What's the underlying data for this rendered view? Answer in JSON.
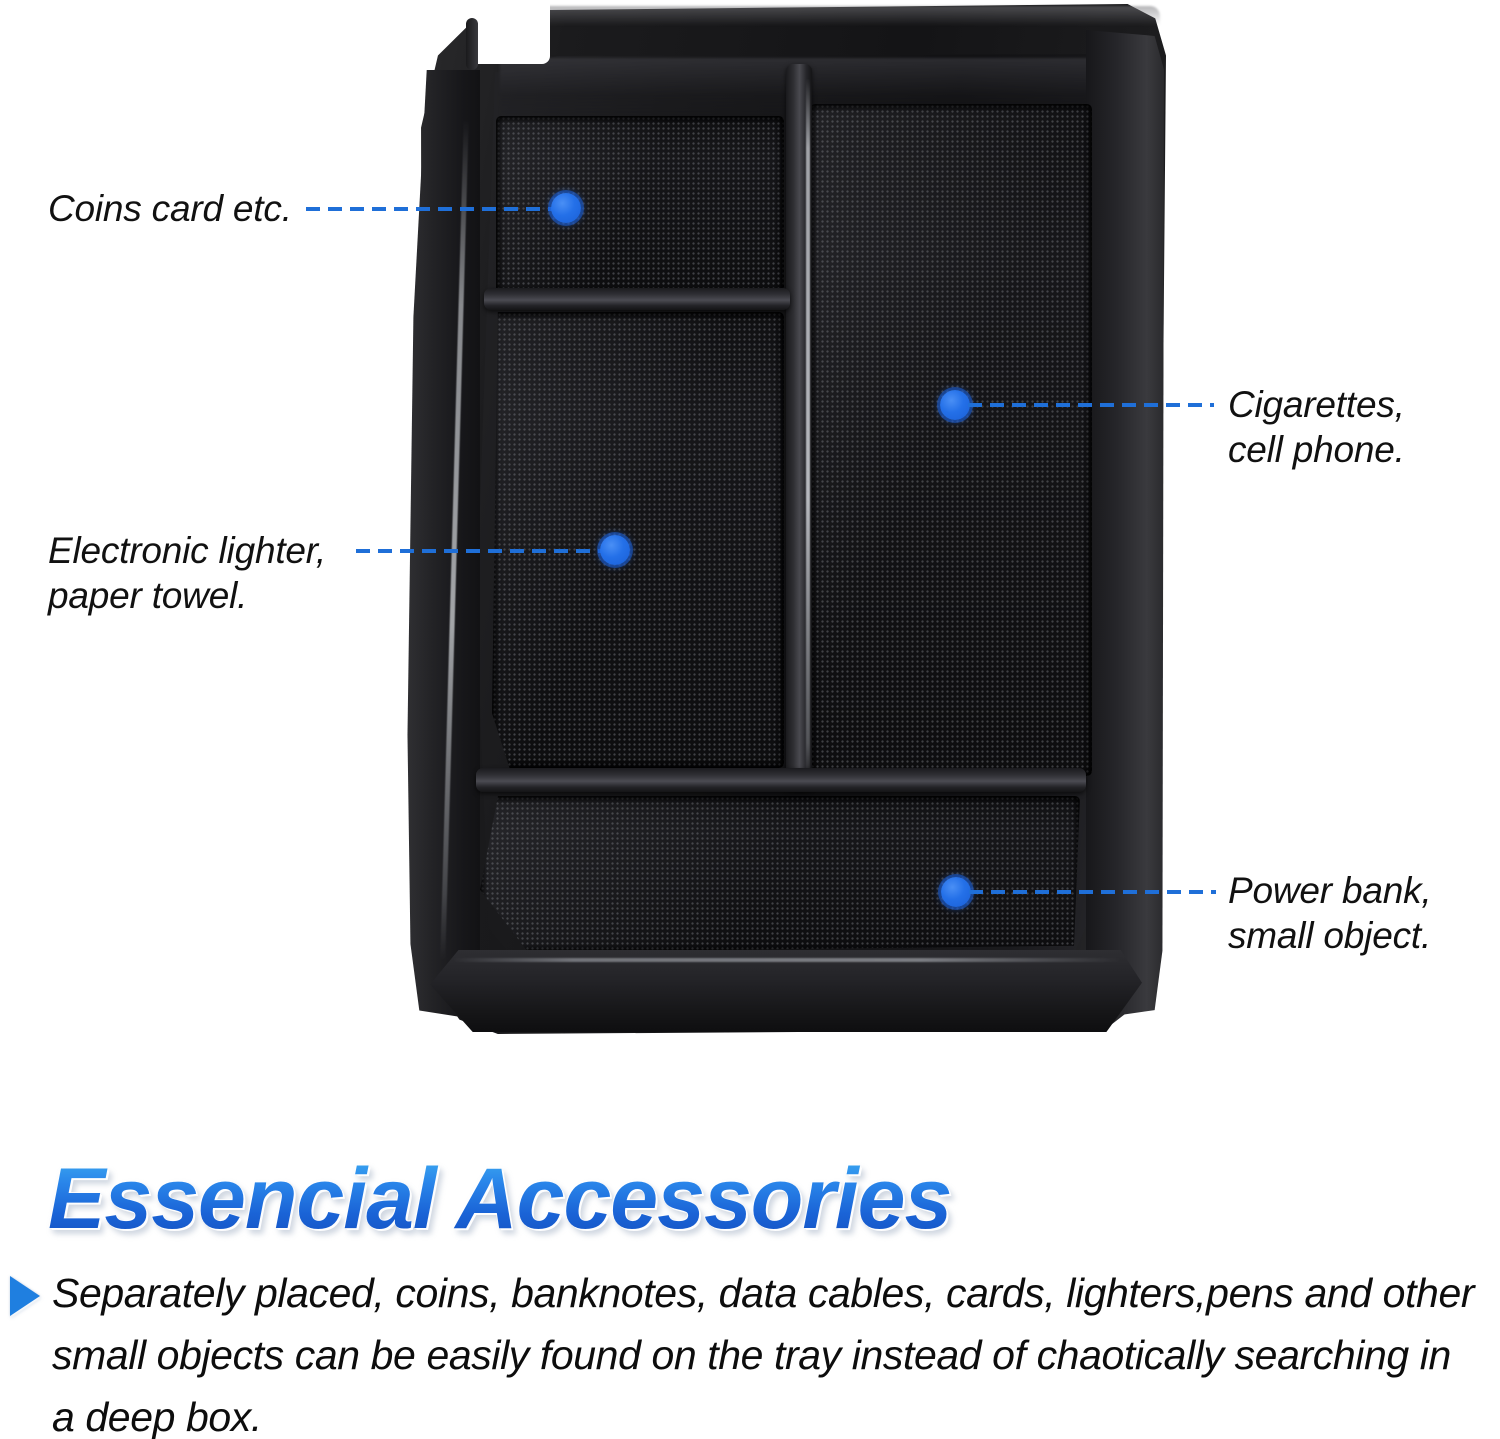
{
  "product": {
    "name": "car-center-console-armrest-storage-tray",
    "alt": "Black plastic center console organizer tray with four compartments and textured floors",
    "compartments": [
      {
        "id": "top-left",
        "name": "coins-card-compartment"
      },
      {
        "id": "mid-left",
        "name": "lighter-paper-towel-compartment"
      },
      {
        "id": "right",
        "name": "cigarettes-cell-phone-compartment"
      },
      {
        "id": "bottom",
        "name": "power-bank-compartment"
      }
    ]
  },
  "callouts": [
    {
      "id": "coins",
      "label": "Coins card etc.",
      "side": "left"
    },
    {
      "id": "lighter",
      "label": "Electronic lighter,\npaper towel.",
      "side": "left"
    },
    {
      "id": "cigarettes",
      "label": "Cigarettes,\ncell phone.",
      "side": "right"
    },
    {
      "id": "powerbank",
      "label": "Power bank,\nsmall object.",
      "side": "right"
    }
  ],
  "headline": {
    "text": "Essencial Accessories",
    "gradient_top": "#3fb0f2",
    "gradient_bottom": "#134fbe"
  },
  "bullet": {
    "icon": "play-triangle-icon",
    "text": "Separately placed, coins, banknotes, data cables, cards, lighters,pens and other small objects can be easily found on the tray instead of chaotically searching in a deep box."
  },
  "colors": {
    "accent_blue": "#1f6fd8",
    "marker_blue": "#2470e8",
    "text_black": "#111111",
    "background": "#ffffff"
  }
}
